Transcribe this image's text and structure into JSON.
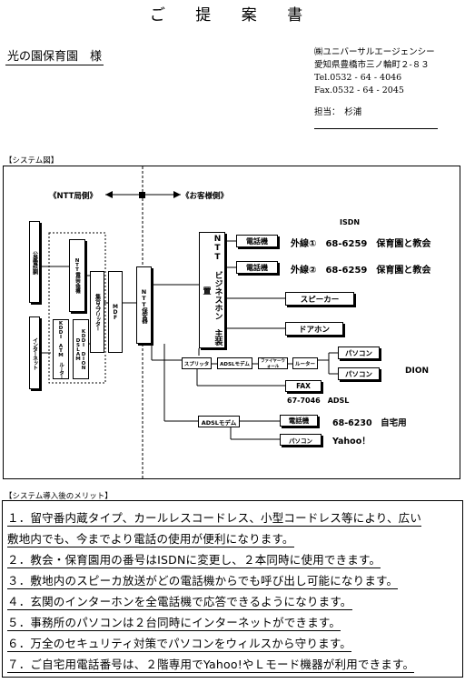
{
  "document": {
    "title": "ご 提 案 書",
    "client": "光の園保育園　様",
    "company": {
      "name": "㈱ユニバーサルエージェンシー",
      "address": "愛知県豊橋市三ノ輪町２-８３",
      "tel": "Tel.0532 - 64 - 4046",
      "fax": "Fax.0532 - 64 - 2045",
      "contact": "担当：　杉浦"
    }
  },
  "system_section_label": "【システム図】",
  "diagram": {
    "ntt_side": "《NTT局側》",
    "customer_side": "《お客様側》",
    "isdn": "ISDN",
    "public_network": "公衆電話網",
    "internet": "インターネット",
    "ntt_exchange": "NTT電話交換機",
    "kddi_atm": "KDDI ATM ルーター",
    "kddi_dslam": "KDDI DION DSLAM",
    "splitter_block": "集合スプリッター",
    "mdf": "MDF",
    "ntt_protector": "NTT保安器",
    "business_phone": "NTT ビジネスホン 主装置",
    "phone1": "電話機",
    "line1": "外線①　68-6259　保育園と教会",
    "phone2": "電話機",
    "line2": "外線②　68-6259　保育園と教会",
    "speaker": "スピーカー",
    "door_phone": "ドアホン",
    "splitter": "スプリッタ",
    "adsl_modem": "ADSLモデム",
    "firewall": "ファイヤーウォール",
    "router": "ルーター",
    "pc1": "パソコン",
    "pc2": "パソコン",
    "dion": "DION",
    "fax": "FAX",
    "fax_number": "67-7046　ADSL",
    "home_modem": "ADSLモデム",
    "home_phone": "電話機",
    "home_number": "68-6230　自宅用",
    "home_pc": "パソコン",
    "yahoo": "Yahoo！"
  },
  "merits_label": "【システム導入後のメリット】",
  "merits": [
    "１．留守番内蔵タイプ、カールレスコードレス、小型コードレス等により、広い",
    "敷地内でも、今までより電話の使用が便利になります。",
    "２．教会・保育園用の番号はISDNに変更し、２本同時に使用できます。",
    "３．敷地内のスピーカ放送がどの電話機からでも呼び出し可能になります。",
    "４．玄関のインターホンを全電話機で応答できるようになります。",
    "５．事務所のパソコンは２台同時にインターネットができます。",
    "６．万全のセキュリティ対策でパソコンをウィルスから守ります。",
    "７．ご自宅用電話番号は、２階専用でYahoo!やＬモード機器が利用できます。"
  ]
}
